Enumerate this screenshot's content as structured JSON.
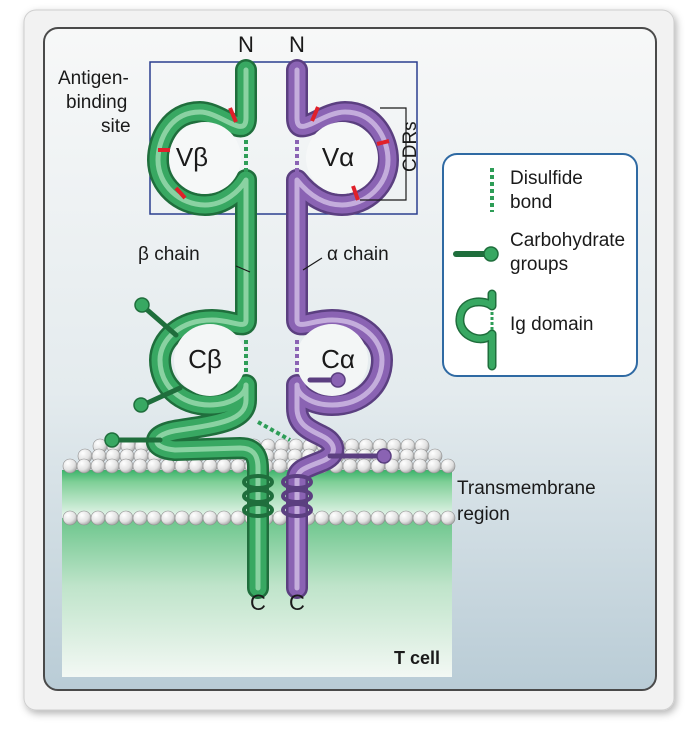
{
  "diagram": {
    "terminals": {
      "n_left": "N",
      "n_right": "N",
      "c_left": "C",
      "c_right": "C"
    },
    "antigen_site": {
      "line1": "Antigen-",
      "line2": "binding",
      "line3": "site"
    },
    "cdrs_label": "CDRs",
    "domains": {
      "v_beta": "Vβ",
      "v_alpha": "Vα",
      "c_beta": "Cβ",
      "c_alpha": "Cα"
    },
    "chains": {
      "beta": "β chain",
      "alpha": "α chain"
    },
    "membrane": {
      "line1": "Transmembrane",
      "line2": "region"
    },
    "cell_label": "T cell",
    "legend": {
      "disulfide_line1": "Disulfide",
      "disulfide_line2": "bond",
      "carbo_line1": "Carbohydrate",
      "carbo_line2": "groups",
      "ig_domain": "Ig domain"
    },
    "colors": {
      "beta_chain": "#2e9d57",
      "alpha_chain": "#8a63b3",
      "cdr": "#e0202a",
      "legend_border": "#2f6aa3",
      "box_border": "#2b3f8f"
    }
  }
}
